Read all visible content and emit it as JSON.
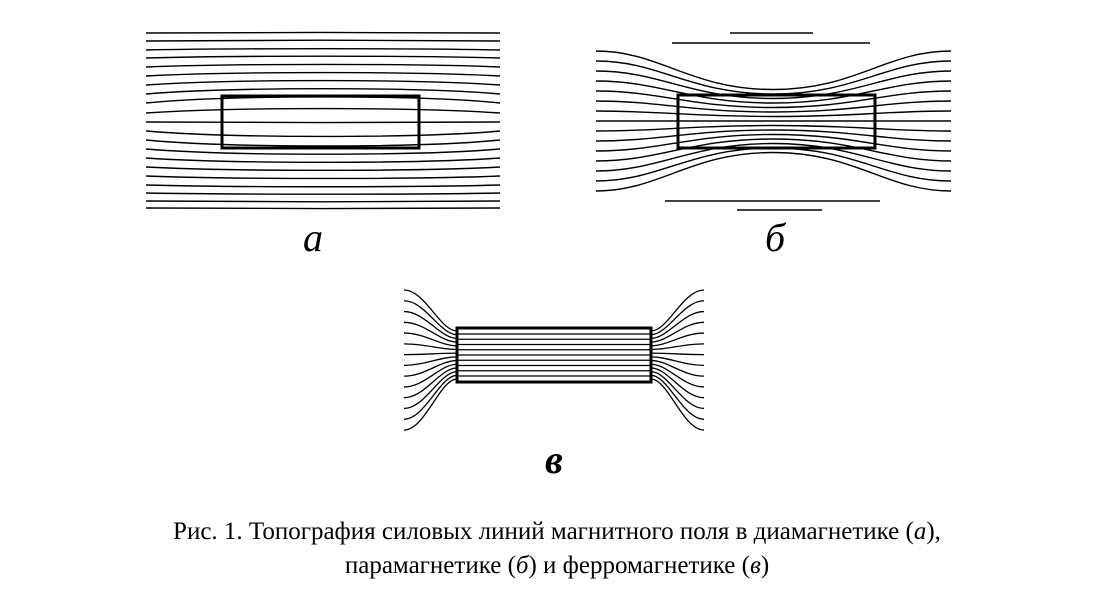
{
  "panels": {
    "a": {
      "label": "а"
    },
    "b": {
      "label": "б"
    },
    "c": {
      "label": "в"
    }
  },
  "caption": {
    "line1_before": "Рис. 1. Топография силовых линий магнитного поля в диамагнетике (",
    "line1_italic": "а",
    "line1_after": "),",
    "line2_part1": "парамагнетике (",
    "line2_italic1": "б",
    "line2_part2": ") и ферромагнетике (",
    "line2_italic2": "в",
    "line2_part3": ")"
  }
}
